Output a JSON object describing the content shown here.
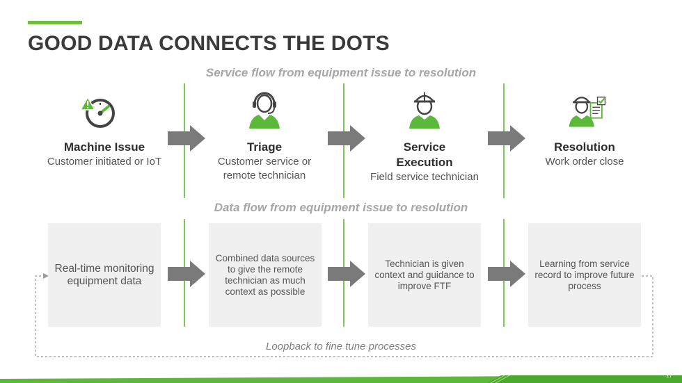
{
  "slide": {
    "title": "GOOD DATA CONNECTS THE DOTS",
    "page_number": "17"
  },
  "service_flow": {
    "heading": "Service flow from equipment issue to resolution",
    "stages": [
      {
        "title": "Machine Issue",
        "subtitle": "Customer initiated or IoT",
        "icon": "gauge-warning-icon"
      },
      {
        "title": "Triage",
        "subtitle": "Customer service or remote technician",
        "icon": "headset-person-icon"
      },
      {
        "title": "Service Execution",
        "subtitle": "Field service technician",
        "icon": "hardhat-technician-icon"
      },
      {
        "title": "Resolution",
        "subtitle": "Work order close",
        "icon": "technician-checklist-icon"
      }
    ]
  },
  "data_flow": {
    "heading": "Data flow from equipment issue to resolution",
    "boxes": [
      "Real-time monitoring equipment data",
      "Combined data sources to give the remote technician as much context as possible",
      "Technician is given context and guidance to improve FTF",
      "Learning from service record to improve future process"
    ],
    "loopback_label": "Loopback to fine tune processes"
  },
  "colors": {
    "accent_green": "#6fbe3c",
    "icon_green": "#5cb83a",
    "arrow_gray": "#7a7a7a",
    "box_gray": "#f0f0f0"
  }
}
